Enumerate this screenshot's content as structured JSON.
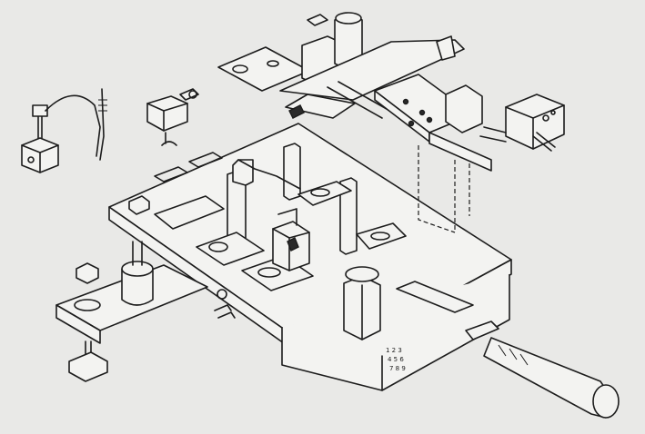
{
  "panel_labels": [
    "1 2 3",
    "4 5 6",
    "7 8 9"
  ],
  "colors": {
    "background": "#e9e9e7",
    "ink": "#1c1c1c"
  }
}
